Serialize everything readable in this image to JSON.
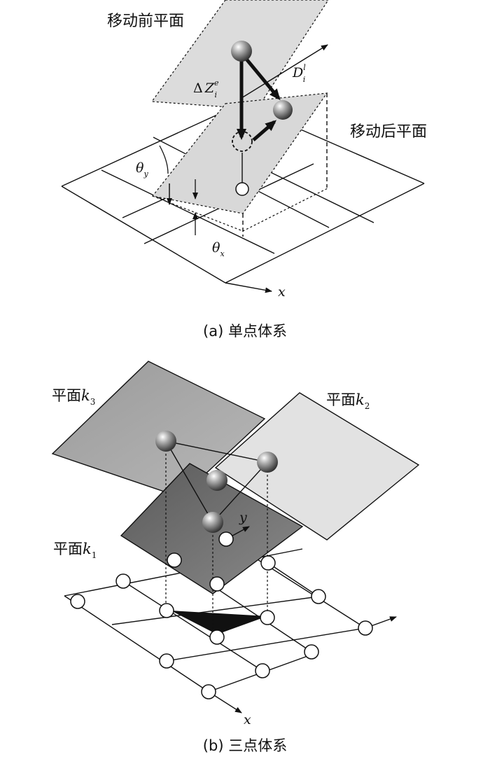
{
  "panel_a": {
    "caption": "(a) 单点体系",
    "plane_before_label": "移动前平面",
    "plane_after_label": "移动后平面",
    "delta_z": {
      "prefix": "Δ",
      "symbol": "Z",
      "sup": "e",
      "sub": "i"
    },
    "d_label": {
      "symbol": "D",
      "sup": "l",
      "sub": "i"
    },
    "theta_y": {
      "symbol": "θ",
      "sub": "y"
    },
    "theta_x": {
      "symbol": "θ",
      "sub": "x"
    },
    "x_axis": "x"
  },
  "panel_b": {
    "caption": "(b) 三点体系",
    "plane_k1": {
      "text": "平面",
      "symbol": "k",
      "sub": "1"
    },
    "plane_k2": {
      "text": "平面",
      "symbol": "k",
      "sub": "2"
    },
    "plane_k3": {
      "text": "平面",
      "symbol": "k",
      "sub": "3"
    },
    "x_axis": "x",
    "y_axis": "y"
  },
  "colors": {
    "plane_light": "#dcdcdc",
    "plane_k3": "#a8a8a8",
    "plane_k2": "#e2e2e2",
    "plane_k1": "#6e6e6e",
    "line": "#111111"
  }
}
